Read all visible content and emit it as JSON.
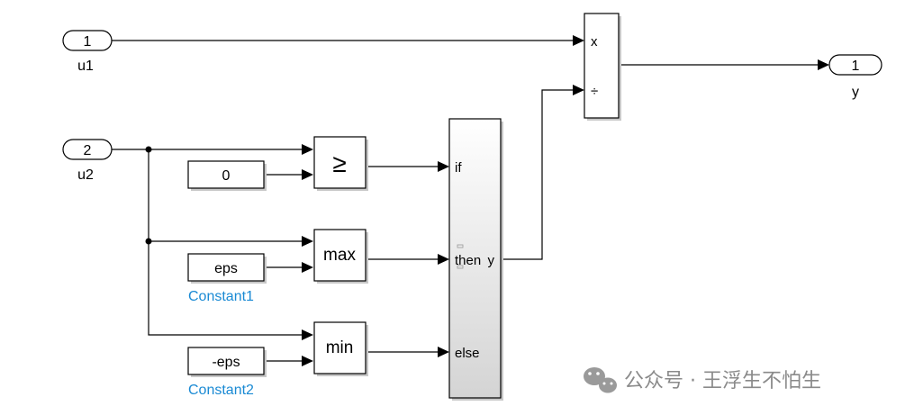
{
  "inports": [
    {
      "number": "1",
      "name": "u1"
    },
    {
      "number": "2",
      "name": "u2"
    }
  ],
  "outport": {
    "number": "1",
    "name": "y"
  },
  "constants": [
    {
      "value": "0",
      "name": ""
    },
    {
      "value": "eps",
      "name": "Constant1"
    },
    {
      "value": "-eps",
      "name": "Constant2"
    }
  ],
  "blocks": {
    "compare": {
      "symbol": "≥"
    },
    "max": {
      "label": "max"
    },
    "min": {
      "label": "min"
    }
  },
  "switch": {
    "port_if": "if",
    "port_then": "then",
    "port_else": "else",
    "out_label": "y"
  },
  "divide": {
    "port_mul": "x",
    "port_div": "÷"
  },
  "watermark": {
    "text": "公众号 · 王浮生不怕生"
  },
  "colors": {
    "annotation": "#1a8ad4",
    "line": "#000000",
    "watermark": "#8a8a8a"
  }
}
